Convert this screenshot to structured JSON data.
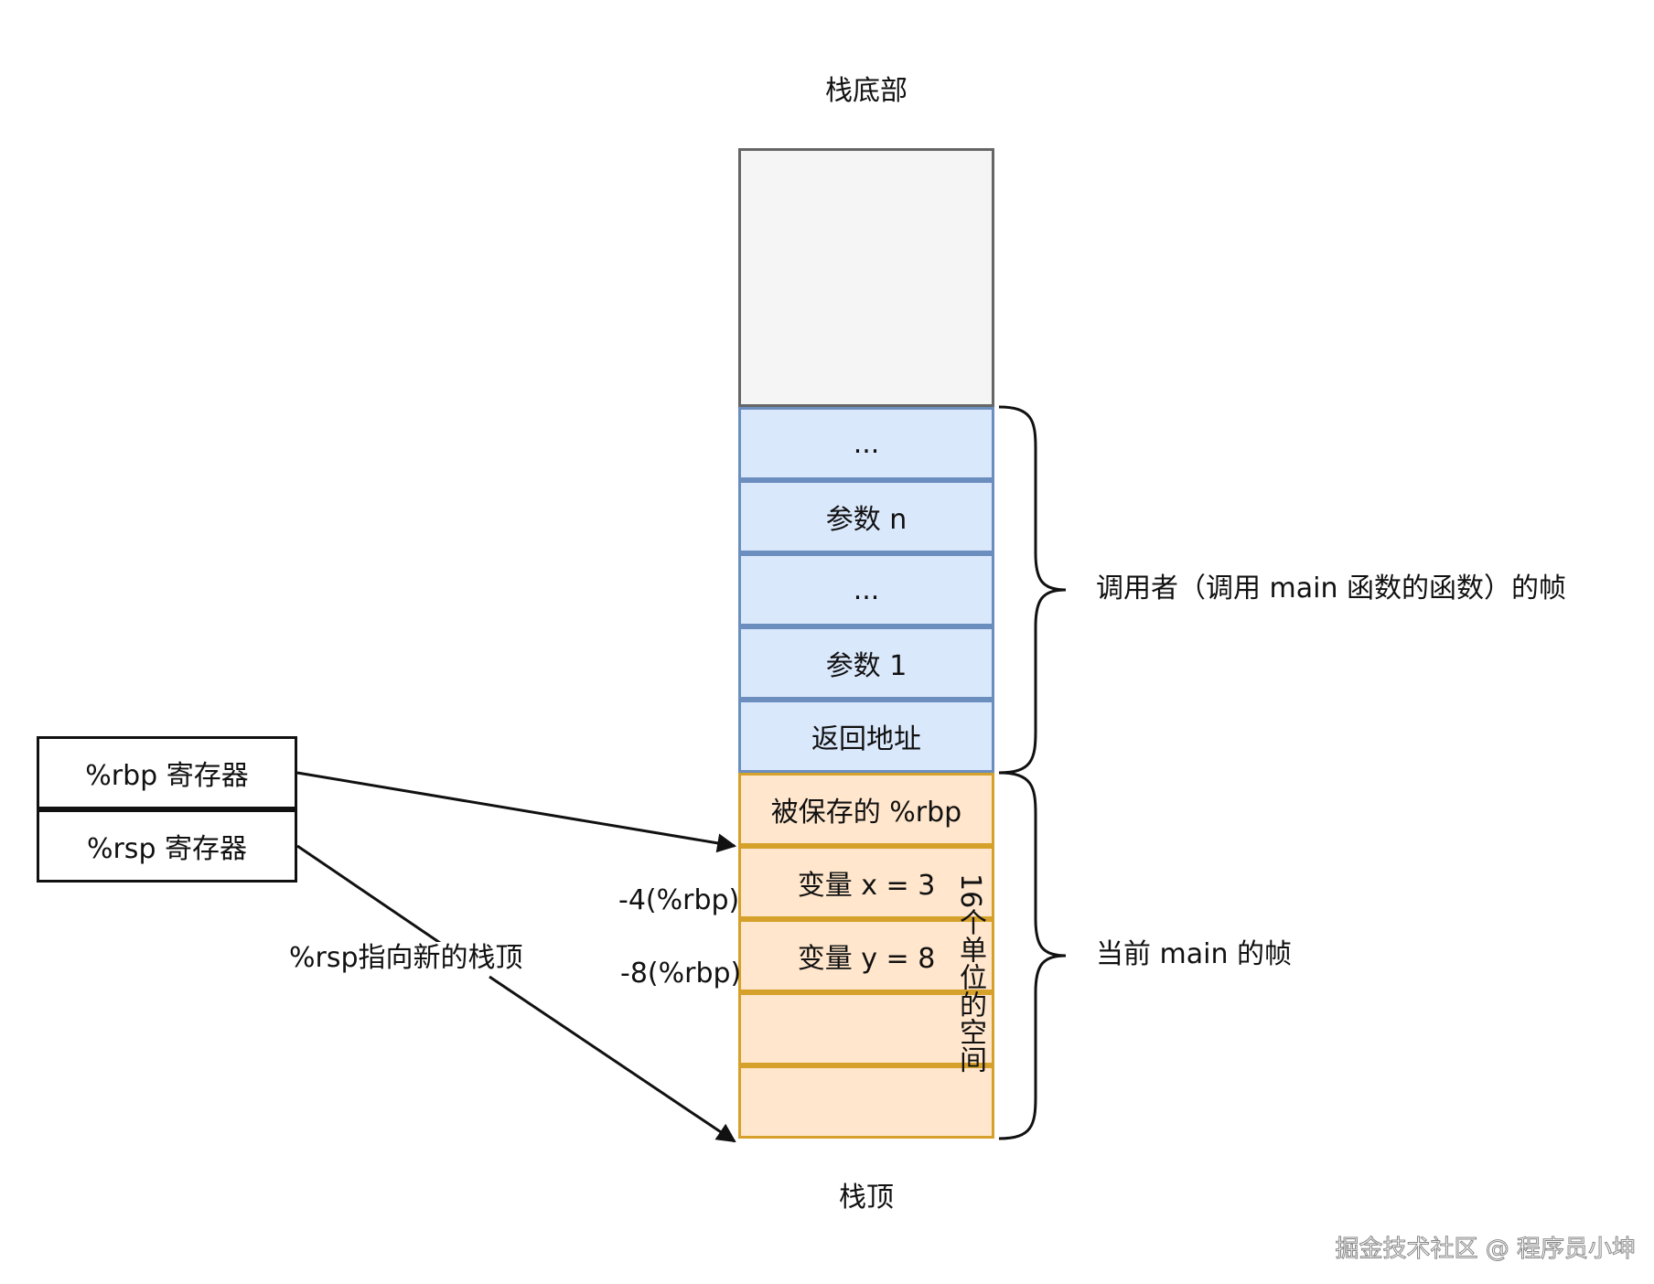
{
  "stack": {
    "bottom_label": "栈底部",
    "top_label": "栈顶",
    "colors": {
      "bottom_fill": "#f5f5f5",
      "caller_fill": "#dae8fc",
      "caller_stroke": "#6c8ebf",
      "frame_fill": "#ffe6cc",
      "frame_stroke": "#d6a12a"
    },
    "caller_cells": [
      "...",
      "参数 n",
      "...",
      "参数 1",
      "返回地址"
    ],
    "frame_cells": [
      "被保存的 %rbp",
      "变量 x = 3",
      "变量 y = 8",
      "",
      ""
    ]
  },
  "offsets": {
    "x": "-4(%rbp)",
    "y": "-8(%rbp)"
  },
  "registers": {
    "rbp": "%rbp 寄存器",
    "rsp": "%rsp 寄存器"
  },
  "arrow_label": "%rsp指向新的栈顶",
  "space_label": "16个单位的空间",
  "braces": {
    "caller": "调用者（调用 main 函数的函数）的帧",
    "current": "当前 main 的帧"
  },
  "watermark": "掘金技术社区 @ 程序员小坤"
}
